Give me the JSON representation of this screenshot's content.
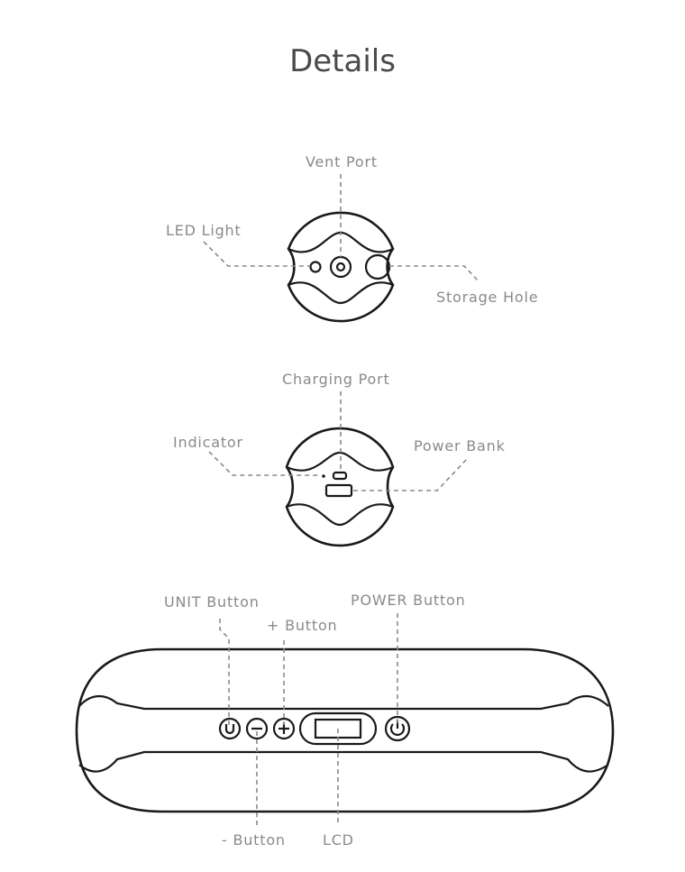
{
  "title": "Details",
  "views": {
    "top": {
      "labels": {
        "vent_port": "Vent Port",
        "led_light": "LED Light",
        "storage_hole": "Storage Hole"
      }
    },
    "bottom": {
      "labels": {
        "charging_port": "Charging Port",
        "indicator": "Indicator",
        "power_bank": "Power Bank"
      }
    },
    "front": {
      "labels": {
        "unit_button": "UNIT Button",
        "plus_button": "+ Button",
        "power_button": "POWER Button",
        "minus_button": "- Button",
        "lcd": "LCD"
      }
    }
  },
  "colors": {
    "outline": "#1a1a1a",
    "label": "#8a8a8a",
    "title": "#4a4a4a"
  }
}
